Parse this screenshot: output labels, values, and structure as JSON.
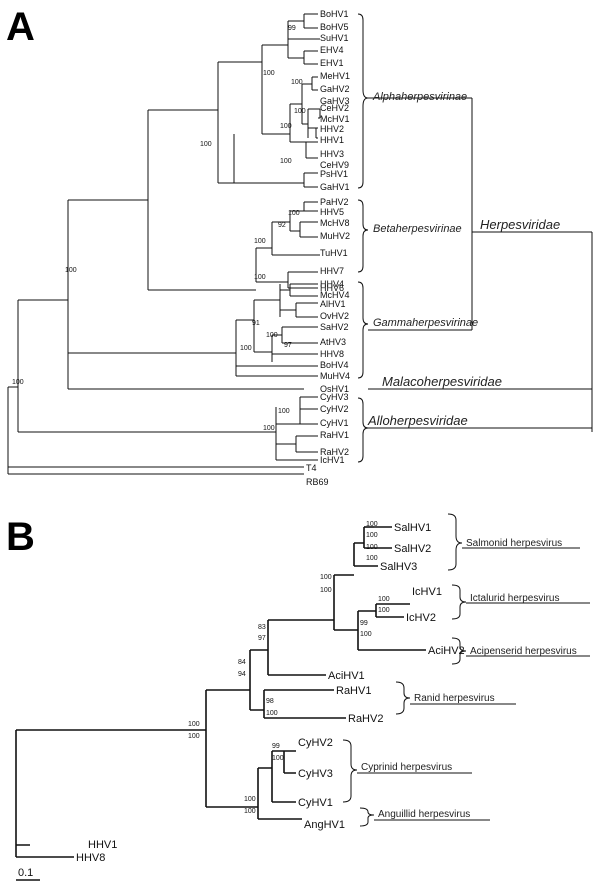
{
  "panel_a": {
    "letter": "A",
    "taxa": [
      "BoHV1",
      "BoHV5",
      "SuHV1",
      "EHV4",
      "EHV1",
      "MeHV1",
      "GaHV2",
      "GaHV3",
      "CeHV2",
      "McHV1",
      "HHV2",
      "HHV1",
      "HHV3",
      "CeHV9",
      "PsHV1",
      "GaHV1",
      "PaHV2",
      "HHV5",
      "McHV8",
      "MuHV2",
      "TuHV1",
      "HHV7",
      "HHV6",
      "HHV4",
      "McHV4",
      "AlHV1",
      "OvHV2",
      "SaHV2",
      "AtHV3",
      "HHV8",
      "BoHV4",
      "MuHV4",
      "OsHV1",
      "CyHV3",
      "CyHV2",
      "CyHV1",
      "RaHV1",
      "RaHV2",
      "IcHV1",
      "T4",
      "RB69"
    ],
    "groups": {
      "alpha": "Alphaherpesvirinae",
      "beta": "Betaherpesvirinae",
      "gamma": "Gammaherpesvirinae",
      "herpesviridae": "Herpesviridae",
      "malaco": "Malacoherpesviridae",
      "allo": "Alloherpesviridae"
    },
    "bootstrap": {
      "bo": "99",
      "ga23": "100",
      "meGa": "100",
      "ce2mc1": "100",
      "ce2hhv2": "100",
      "hhv3ce9": "100",
      "alpha": "100",
      "hhv5mc8": "100",
      "hhv5mu2": "92",
      "tu": "100",
      "beta": "100",
      "abg": "100",
      "sa2at3": "97",
      "sahhv8": "100",
      "gamma_inner": "91",
      "gamma": "100",
      "cyhv": "100",
      "allo": "100",
      "herpes": "100"
    }
  },
  "panel_b": {
    "letter": "B",
    "taxa": [
      "SalHV1",
      "SalHV2",
      "SalHV3",
      "IcHV1",
      "IcHV2",
      "AciHV2",
      "AciHV1",
      "RaHV1",
      "RaHV2",
      "CyHV2",
      "CyHV3",
      "CyHV1",
      "AngHV1",
      "HHV1",
      "HHV8"
    ],
    "groups": {
      "salmonid": "Salmonid herpesvirus",
      "ictalurid": "Ictalurid herpesvirus",
      "acipenserid": "Acipenserid herpesvirus",
      "ranid": "Ranid herpesvirus",
      "cyprinid": "Cyprinid herpesvirus",
      "anguillid": "Anguillid herpesvirus"
    },
    "bootstrap": {
      "sal12_a": "100",
      "sal12_b": "100",
      "sal_a": "100",
      "sal_b": "100",
      "ic_a": "100",
      "ic_b": "100",
      "icaci_a": "99",
      "icaci_b": "100",
      "salic_a": "100",
      "salic_b": "100",
      "aci_a": "83",
      "aci_b": "97",
      "ra_a": "98",
      "ra_b": "100",
      "rana_a": "84",
      "rana_b": "94",
      "cy23_a": "99",
      "cy23_b": "100",
      "ang_a": "100",
      "ang_b": "100",
      "all_a": "100",
      "all_b": "100"
    },
    "scale_label": "0.1"
  }
}
